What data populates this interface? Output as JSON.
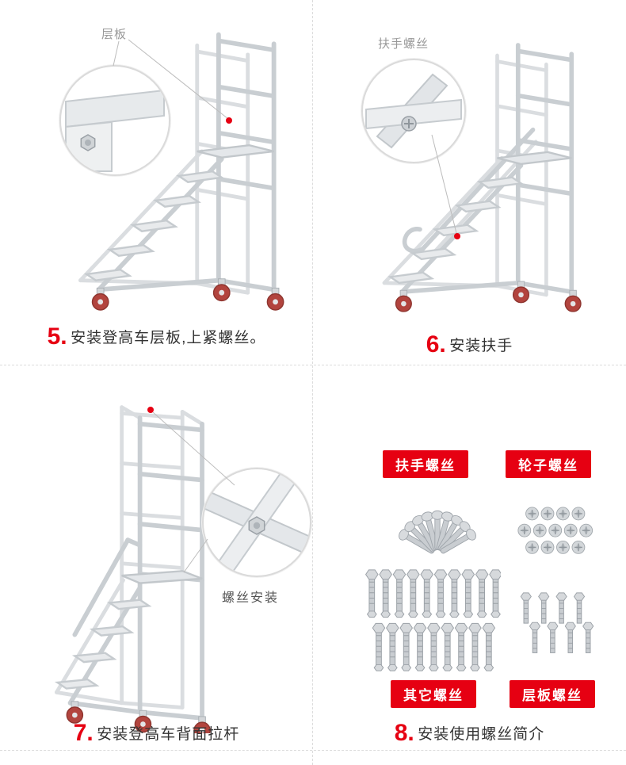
{
  "colors": {
    "accent_red": "#e60012",
    "divider_gray": "#dcdcdc",
    "callout_gray": "#999999",
    "caption_black": "#333333",
    "metal_light": "#e6e9eb",
    "metal_stroke": "#c9ced2",
    "wheel_red": "#b2443e"
  },
  "steps": [
    {
      "number": "5.",
      "caption": "安装登高车层板,上紧螺丝。",
      "callout": "层板"
    },
    {
      "number": "6.",
      "caption": "安装扶手",
      "callout": "扶手螺丝"
    },
    {
      "number": "7.",
      "caption": "安装登高车背面拉杆",
      "callout": "螺丝安装"
    },
    {
      "number": "8.",
      "caption": "安装使用螺丝简介"
    }
  ],
  "screw_labels": {
    "handrail": "扶手螺丝",
    "wheel": "轮子螺丝",
    "other": "其它螺丝",
    "shelf": "层板螺丝"
  }
}
